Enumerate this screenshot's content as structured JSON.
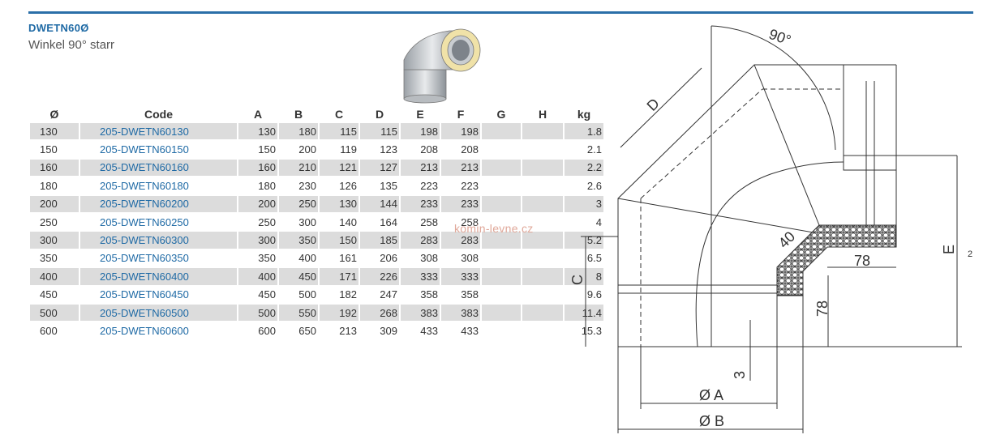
{
  "header": {
    "title": "DWETN60Ø",
    "subtitle": "Winkel 90° starr"
  },
  "table": {
    "columns": [
      "Ø",
      "Code",
      "A",
      "B",
      "C",
      "D",
      "E",
      "F",
      "G",
      "H",
      "kg"
    ],
    "rows": [
      [
        "130",
        "205-DWETN60130",
        "130",
        "180",
        "115",
        "115",
        "198",
        "198",
        "",
        "",
        "1.8"
      ],
      [
        "150",
        "205-DWETN60150",
        "150",
        "200",
        "119",
        "123",
        "208",
        "208",
        "",
        "",
        "2.1"
      ],
      [
        "160",
        "205-DWETN60160",
        "160",
        "210",
        "121",
        "127",
        "213",
        "213",
        "",
        "",
        "2.2"
      ],
      [
        "180",
        "205-DWETN60180",
        "180",
        "230",
        "126",
        "135",
        "223",
        "223",
        "",
        "",
        "2.6"
      ],
      [
        "200",
        "205-DWETN60200",
        "200",
        "250",
        "130",
        "144",
        "233",
        "233",
        "",
        "",
        "3"
      ],
      [
        "250",
        "205-DWETN60250",
        "250",
        "300",
        "140",
        "164",
        "258",
        "258",
        "",
        "",
        "4"
      ],
      [
        "300",
        "205-DWETN60300",
        "300",
        "350",
        "150",
        "185",
        "283",
        "283",
        "",
        "",
        "5.2"
      ],
      [
        "350",
        "205-DWETN60350",
        "350",
        "400",
        "161",
        "206",
        "308",
        "308",
        "",
        "",
        "6.5"
      ],
      [
        "400",
        "205-DWETN60400",
        "400",
        "450",
        "171",
        "226",
        "333",
        "333",
        "",
        "",
        "8"
      ],
      [
        "450",
        "205-DWETN60450",
        "450",
        "500",
        "182",
        "247",
        "358",
        "358",
        "",
        "",
        "9.6"
      ],
      [
        "500",
        "205-DWETN60500",
        "500",
        "550",
        "192",
        "268",
        "383",
        "383",
        "",
        "",
        "11.4"
      ],
      [
        "600",
        "205-DWETN60600",
        "600",
        "650",
        "213",
        "309",
        "433",
        "433",
        "",
        "",
        "15.3"
      ]
    ]
  },
  "watermark": "komin-levne.cz",
  "drawing": {
    "angle": "90°",
    "label_d": "D",
    "label_c": "C",
    "label_e": "E",
    "label_e_suffix": "2",
    "dim_40": "40",
    "dim_78_horizontal": "78",
    "dim_78_vertical": "78",
    "dim_3": "3",
    "dia_a": "Ø A",
    "dia_b": "Ø B"
  },
  "colors": {
    "accent": "#1f6aa5",
    "rule": "#2a6fa8",
    "row_shade": "#dcdcdc"
  }
}
